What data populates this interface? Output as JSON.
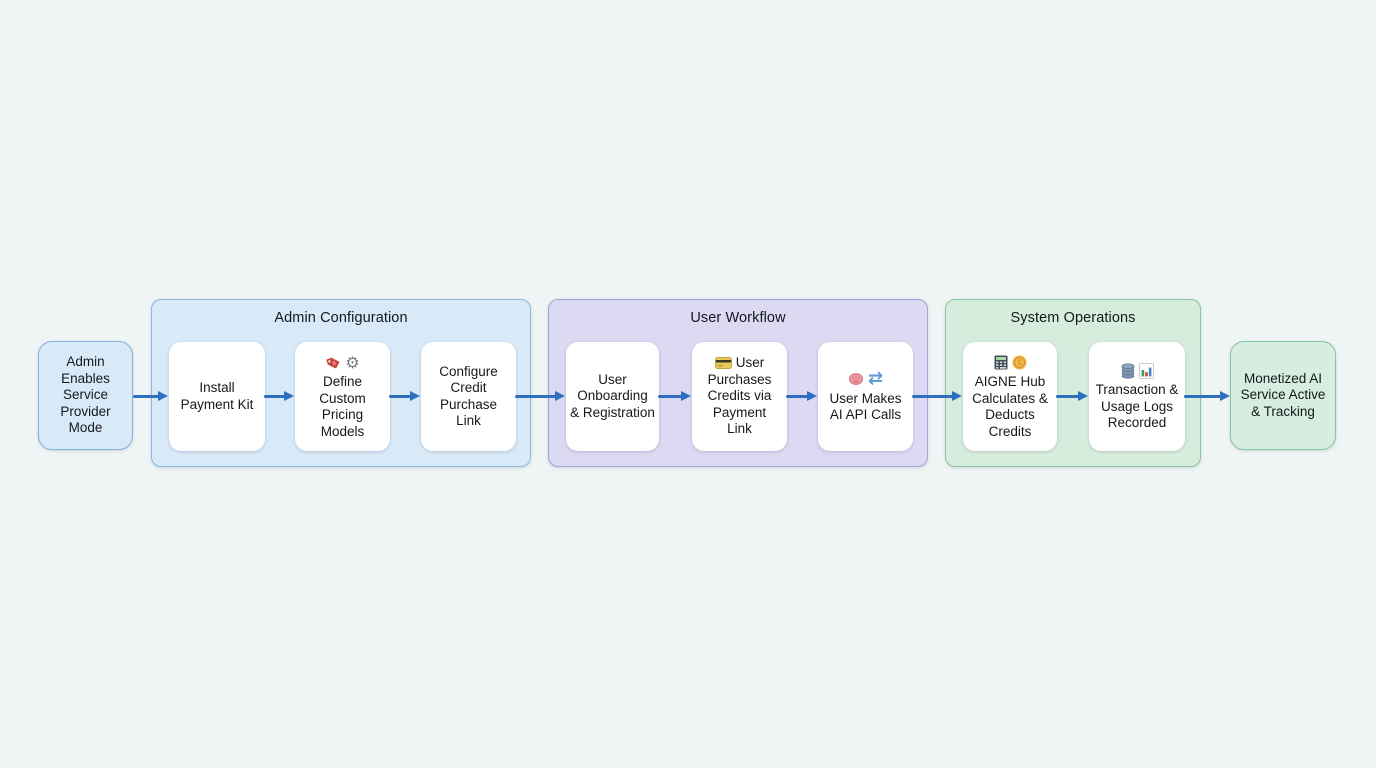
{
  "palette": {
    "page_background": "#eff4f5",
    "arrow_color": "#2e6fc0",
    "admin_group_fill": "#d8e9f8",
    "admin_group_border": "#8fb8dc",
    "user_group_fill": "#dcd9f3",
    "user_group_border": "#a6a1d3",
    "system_group_fill": "#d6edde",
    "system_group_border": "#8bc7a4",
    "card_fill": "#ffffff",
    "text_color": "#15181c"
  },
  "flow": {
    "start": {
      "label": "Admin\nEnables\nService\nProvider\nMode"
    },
    "groups": [
      {
        "title": "Admin Configuration",
        "nodes": [
          {
            "label": "Install\nPayment Kit",
            "icons": []
          },
          {
            "label": "Define\nCustom\nPricing\nModels",
            "icons": [
              "tag-icon",
              "gear-icon"
            ]
          },
          {
            "label": "Configure\nCredit\nPurchase\nLink",
            "icons": []
          }
        ]
      },
      {
        "title": "User Workflow",
        "nodes": [
          {
            "label": "User\nOnboarding\n& Registration",
            "icons": []
          },
          {
            "label": "User\nPurchases\nCredits via\nPayment\nLink",
            "icons": [
              "credit-card-icon"
            ]
          },
          {
            "label": "User Makes\nAI API Calls",
            "icons": [
              "brain-icon",
              "swap-arrows-icon"
            ]
          }
        ]
      },
      {
        "title": "System Operations",
        "nodes": [
          {
            "label": "AIGNE Hub\nCalculates &\nDeducts\nCredits",
            "icons": [
              "calculator-icon",
              "coin-icon"
            ]
          },
          {
            "label": "Transaction &\nUsage Logs\nRecorded",
            "icons": [
              "database-icon",
              "bar-chart-icon"
            ]
          }
        ]
      }
    ],
    "end": {
      "label": "Monetized AI\nService Active\n& Tracking"
    }
  }
}
